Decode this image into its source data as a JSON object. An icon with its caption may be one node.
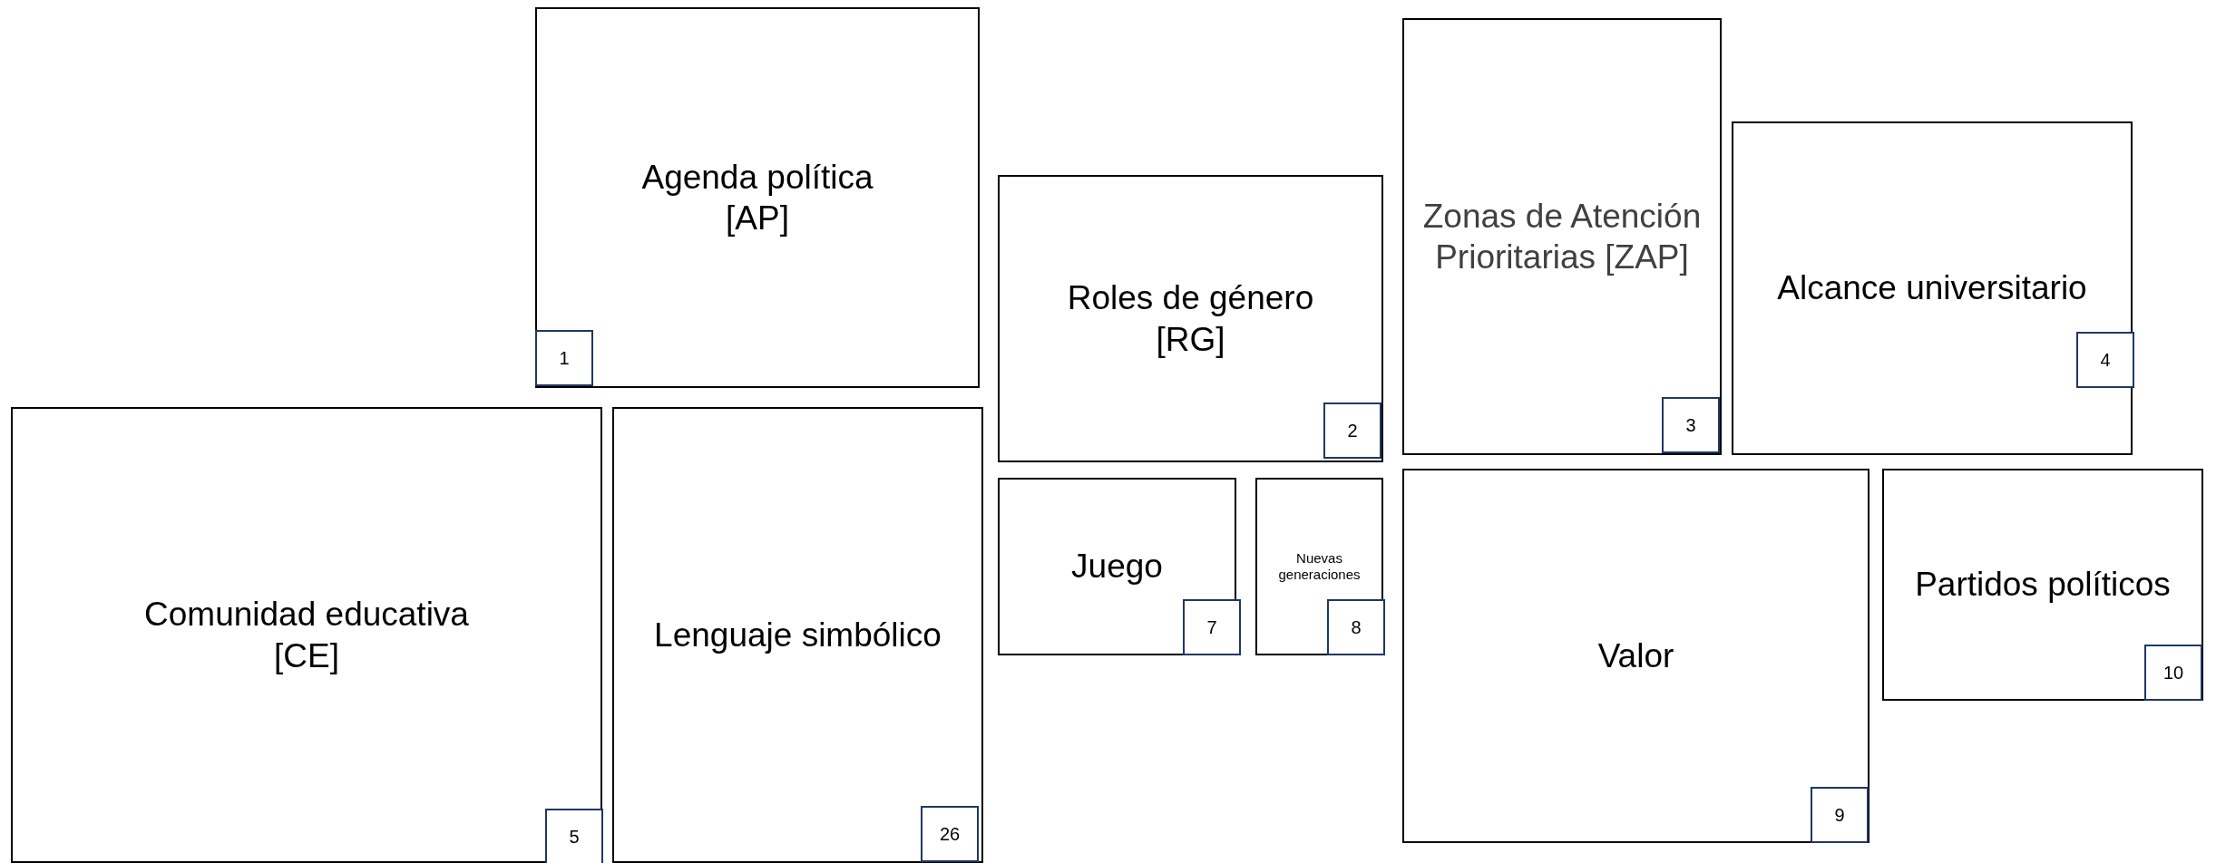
{
  "diagram": {
    "nodes": [
      {
        "text": [
          "Agenda política [AP]"
        ]
      },
      {
        "text": [
          "1"
        ],
        "in": 0
      },
      {
        "text": [
          "Roles de género [RG]"
        ]
      },
      {
        "text": [
          "2"
        ],
        "in": 2
      },
      {
        "text": [
          "Zonas de Atención Prioritarias [ZAP]"
        ]
      },
      {
        "text": [
          "3"
        ],
        "in": 4
      },
      {
        "text": [
          "Alcance universitario"
        ]
      },
      {
        "text": [
          "4"
        ],
        "in": 6
      },
      {
        "text": [
          "Comunidad educativa [CE]"
        ]
      },
      {
        "text": [
          "5"
        ],
        "in": 8
      },
      {
        "text": [
          "Lenguaje simbólico"
        ]
      },
      {
        "text": [
          "26"
        ],
        "in": 10
      },
      {
        "text": [
          "Juego"
        ]
      },
      {
        "text": [
          "7"
        ],
        "in": 12
      },
      {
        "text": [
          "Nuevas generaciones"
        ]
      },
      {
        "text": [
          "8"
        ],
        "in": 14
      },
      {
        "text": [
          "Valor"
        ]
      },
      {
        "text": [
          "9"
        ],
        "in": 16
      },
      {
        "text": [
          "Partidos políticos"
        ]
      },
      {
        "text": [
          "10"
        ],
        "in": 18
      }
    ]
  }
}
